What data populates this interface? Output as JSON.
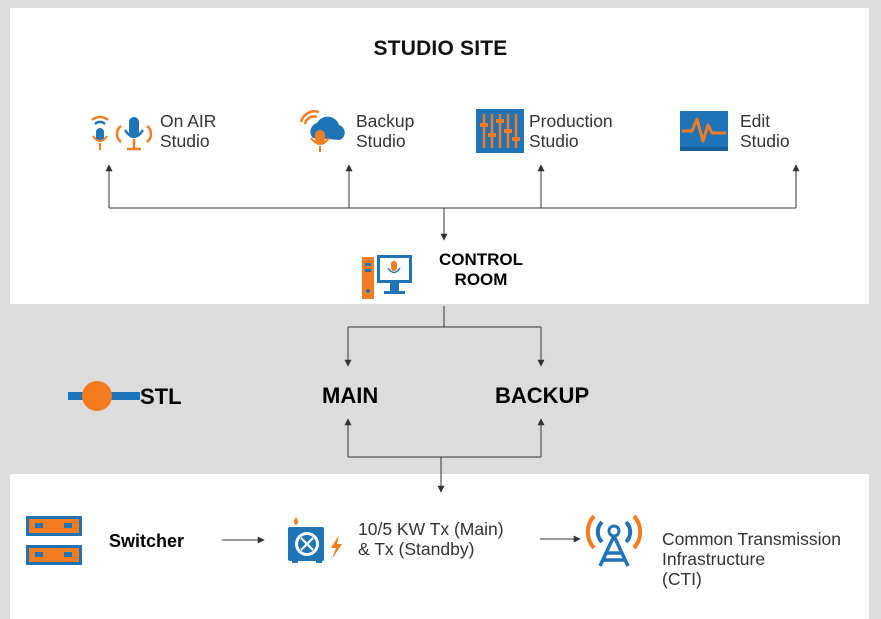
{
  "site": {
    "title": "STUDIO SITE"
  },
  "studios": [
    {
      "line1": "On AIR",
      "line2": "Studio",
      "icon": "on-air-microphone-icon"
    },
    {
      "line1": "Backup",
      "line2": "Studio",
      "icon": "cloud-microphone-icon"
    },
    {
      "line1": "Production",
      "line2": "Studio",
      "icon": "mixer-faders-icon"
    },
    {
      "line1": "Edit",
      "line2": "Studio",
      "icon": "waveform-monitor-icon"
    }
  ],
  "control_room": {
    "line1": "CONTROL",
    "line2": "ROOM",
    "icon": "computer-workstation-icon"
  },
  "stl": {
    "label": "STL",
    "icon": "stl-link-icon"
  },
  "links": {
    "main": "MAIN",
    "backup": "BACKUP"
  },
  "transmission": {
    "switcher": {
      "label": "Switcher",
      "icon": "network-switch-icon"
    },
    "transmitter": {
      "line1": "10/5 KW Tx (Main)",
      "line2": "& Tx (Standby)",
      "icon": "transmitter-icon"
    },
    "cti": {
      "line1": "Common Transmission",
      "line2": "Infrastructure",
      "line3": "(CTI)",
      "icon": "antenna-tower-icon"
    }
  },
  "colors": {
    "orange": "#f47c20",
    "blue": "#1f73b7",
    "line": "#333333",
    "background": "#dcdcdc"
  }
}
